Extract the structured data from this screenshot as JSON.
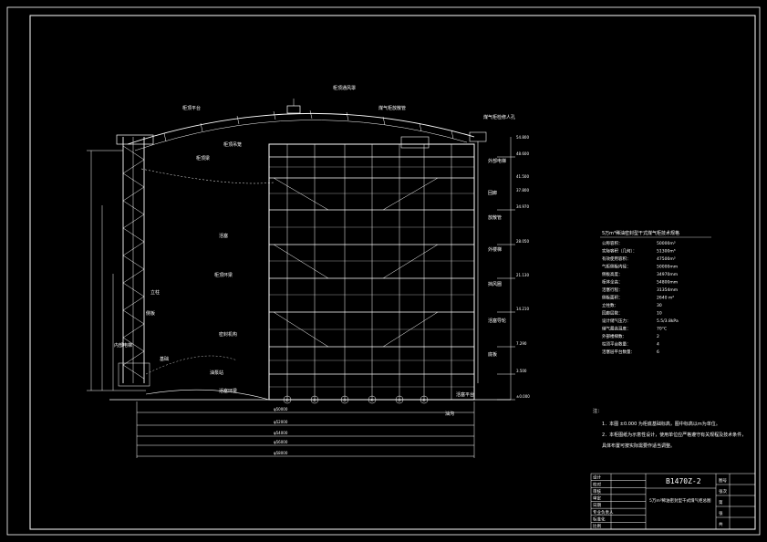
{
  "colors": {
    "background": "#000000",
    "lines": "#ffffff",
    "accent_green": "#2fd04a",
    "accent_cyan": "#39c6d6",
    "accent_red": "#e04040"
  },
  "drawing_number": "B1470Z-2",
  "spec_table": {
    "title": "5万m³稀油密封型干式煤气柜技术规格",
    "rows": [
      {
        "label": "公称容积：",
        "value": "50000m³"
      },
      {
        "label": "实际容积（几何）：",
        "value": "51300m³"
      },
      {
        "label": "有效使用容积：",
        "value": "47500m³"
      },
      {
        "label": "气柜侧板内径：",
        "value": "50000mm"
      },
      {
        "label": "侧板高度：",
        "value": "34970mm"
      },
      {
        "label": "柜体全高：",
        "value": "54800mm"
      },
      {
        "label": "活塞行程：",
        "value": "31354mm"
      },
      {
        "label": "侧板面积：",
        "value": "2640 m²"
      },
      {
        "label": "立柱数：",
        "value": "30"
      },
      {
        "label": "回廊层数：",
        "value": "10"
      },
      {
        "label": "设计储气压力：",
        "value": "5.5/3.8kPa"
      },
      {
        "label": "储气最高温度：",
        "value": "70°C"
      },
      {
        "label": "外部楼梯数：",
        "value": "2"
      },
      {
        "label": "柱顶平台数量：",
        "value": "4"
      },
      {
        "label": "活塞层平台数量：",
        "value": "6"
      }
    ]
  },
  "notes": {
    "heading": "注：",
    "items": [
      "1．本图 ±0.000 为柜底基础标高，图中标高以m为单位。",
      "2．本柜图纸为示意性设计，使用单位应严格遵守有关规程及技术条件，",
      "   具体布置可按实际需要作适当调整。"
    ]
  },
  "title_block": {
    "drawing_title": "5万m³稀油密封型干式煤气柜总图",
    "drawing_number": "B1470Z-2",
    "left_cells": [
      "设计",
      "校对",
      "审核",
      "审定",
      "日期",
      "专业负责人",
      "标准化",
      "比例"
    ],
    "right_cells": [
      "图号",
      "张次",
      "第",
      "张",
      "共"
    ]
  },
  "callouts": [
    "柜顶通风罩",
    "柜顶平台",
    "煤气柜放散管",
    "煤气柜检修人孔",
    "柜顶吊笼",
    "柜顶梁",
    "外部电梯",
    "回廊",
    "放散管",
    "活塞",
    "外楼梯",
    "柜顶环梁",
    "挡风圈",
    "立柱",
    "侧板",
    "活塞导轮",
    "密封机构",
    "内部电梯",
    "底板",
    "基础",
    "油泵站",
    "活塞环梁",
    "活塞平台",
    "油沟"
  ],
  "elevations": [
    "54.800",
    "48.600",
    "41.500",
    "37.800",
    "34.970",
    "28.050",
    "21.130",
    "14.210",
    "7.290",
    "3.500",
    "±0.000"
  ],
  "bottom_dims": [
    "φ50000",
    "φ52000",
    "φ54000",
    "φ56000",
    "φ58000"
  ],
  "axis_markers": [
    "①",
    "②",
    "③",
    "④",
    "⑤",
    "⑥"
  ]
}
